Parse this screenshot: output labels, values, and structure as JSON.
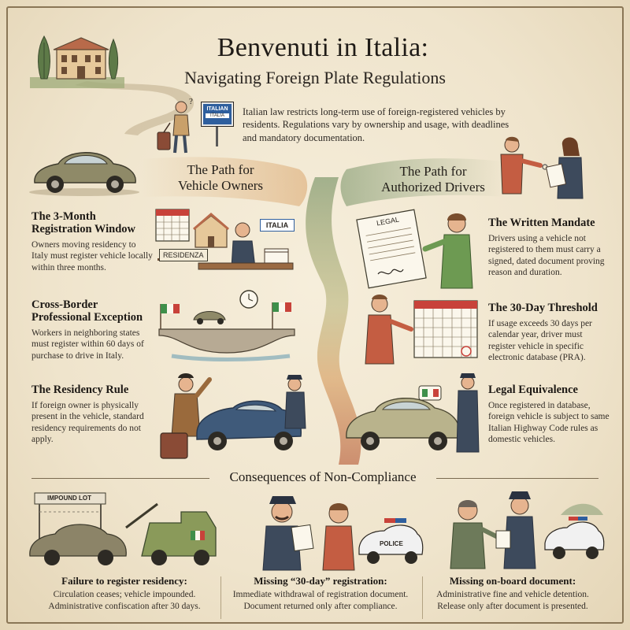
{
  "header": {
    "title": "Benvenuti in Italia:",
    "subtitle": "Navigating Foreign Plate Regulations"
  },
  "intro": {
    "text": "Italian law restricts long-term use of foreign-registered vehicles by residents. Regulations vary by ownership and usage, with deadlines and mandatory documentation.",
    "sign_main": "ITALIAN",
    "sign_plate": "ITALIA"
  },
  "owners": {
    "path_title_line1": "The Path for",
    "path_title_line2": "Vehicle Owners",
    "items": [
      {
        "title_line1": "The 3-Month",
        "title_line2": "Registration Window",
        "body": "Owners moving residency to Italy must register vehicle locally within three months.",
        "sign_label": "RESIDENZA",
        "plate_label": "ITALIA"
      },
      {
        "title_line1": "Cross-Border",
        "title_line2": "Professional Exception",
        "body": "Workers in neighboring states must register within 60 days of purchase to drive in Italy."
      },
      {
        "title_line1": "The Residency Rule",
        "body": "If foreign owner is physically present in the vehicle, standard residency requirements do not apply."
      }
    ]
  },
  "drivers": {
    "path_title_line1": "The Path for",
    "path_title_line2": "Authorized Drivers",
    "items": [
      {
        "title": "The Written Mandate",
        "body": "Drivers using a vehicle not registered to them must carry a signed, dated document proving reason and duration.",
        "doc_label": "LEGAL"
      },
      {
        "title": "The 30-Day Threshold",
        "body": "If usage exceeds 30 days per calendar year, driver must register vehicle in specific electronic database (PRA)."
      },
      {
        "title": "Legal Equivalence",
        "body": "Once registered in database, foreign vehicle is subject to same Italian Highway Code rules as domestic vehicles."
      }
    ]
  },
  "consequences": {
    "title": "Consequences of Non-Compliance",
    "impound_label": "IMPOUND LOT",
    "police_label": "POLICE",
    "items": [
      {
        "head": "Failure to register residency:",
        "line1": "Circulation ceases; vehicle impounded.",
        "line2": "Administrative confiscation after 30 days."
      },
      {
        "head": "Missing “30-day” registration:",
        "line1": "Immediate withdrawal of registration document.",
        "line2": "Document returned only after compliance."
      },
      {
        "head": "Missing on-board document:",
        "line1": "Administrative fine and vehicle detention.",
        "line2": "Release only after document is presented."
      }
    ]
  },
  "colors": {
    "ink": "#2b2620",
    "paper": "#efe4cc",
    "path_green": "#8ea27a",
    "path_red": "#c0714f",
    "path_orange": "#d9a46a",
    "police_blue": "#3d4a5c",
    "italy_green": "#3f8f4a",
    "italy_red": "#c8423a"
  }
}
